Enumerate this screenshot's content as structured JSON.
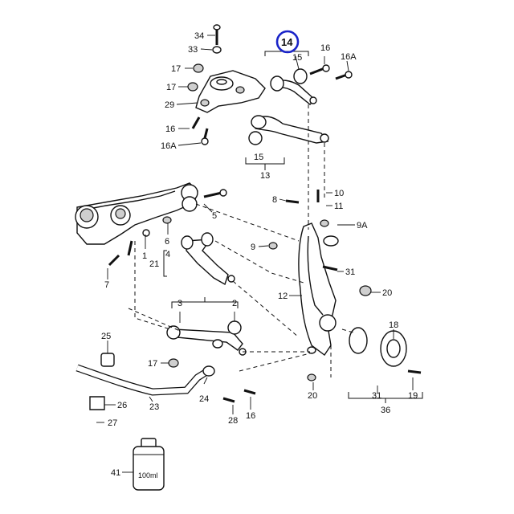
{
  "highlight": {
    "label": "14",
    "color": "#1a24c8"
  },
  "labels": {
    "p34": "34",
    "p33": "33",
    "p17a": "17",
    "p17b": "17",
    "p29": "29",
    "p16a": "16",
    "p16Aa": "16A",
    "p15a": "15",
    "p16b": "16",
    "p16Ab": "16A",
    "p15b": "15",
    "p13": "13",
    "p8": "8",
    "p10": "10",
    "p11": "11",
    "p9A": "9A",
    "p9": "9",
    "p31a": "31",
    "p12": "12",
    "p20a": "20",
    "p5": "5",
    "p6": "6",
    "p1": "1",
    "p4": "4",
    "p21": "21",
    "p7": "7",
    "p3": "3",
    "p2": "2",
    "p25": "25",
    "p17c": "17",
    "p18": "18",
    "p26": "26",
    "p27": "27",
    "p23": "23",
    "p24": "24",
    "p28": "28",
    "p16c": "16",
    "p20b": "20",
    "p31b": "31",
    "p19": "19",
    "p36": "36",
    "p41": "41",
    "bottle": "100ml"
  },
  "colors": {
    "line": "#111111",
    "highlight": "#1a24c8"
  }
}
